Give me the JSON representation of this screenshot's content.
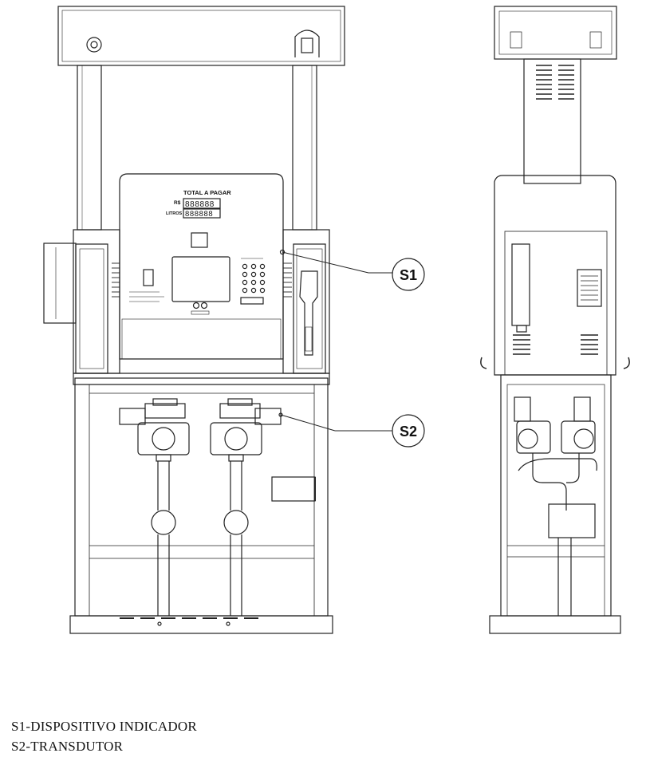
{
  "callouts": [
    {
      "id": "S1",
      "label": "S1"
    },
    {
      "id": "S2",
      "label": "S2"
    }
  ],
  "display_panel": {
    "total_label": "TOTAL A PAGAR",
    "currency_label": "R$",
    "litros_label": "LITROS",
    "amount_digits": "888888",
    "litros_digits": "888888"
  },
  "legend": [
    {
      "code": "S1",
      "text": "S1-DISPOSITIVO INDICADOR"
    },
    {
      "code": "S2",
      "text": "S2-TRANSDUTOR"
    }
  ]
}
